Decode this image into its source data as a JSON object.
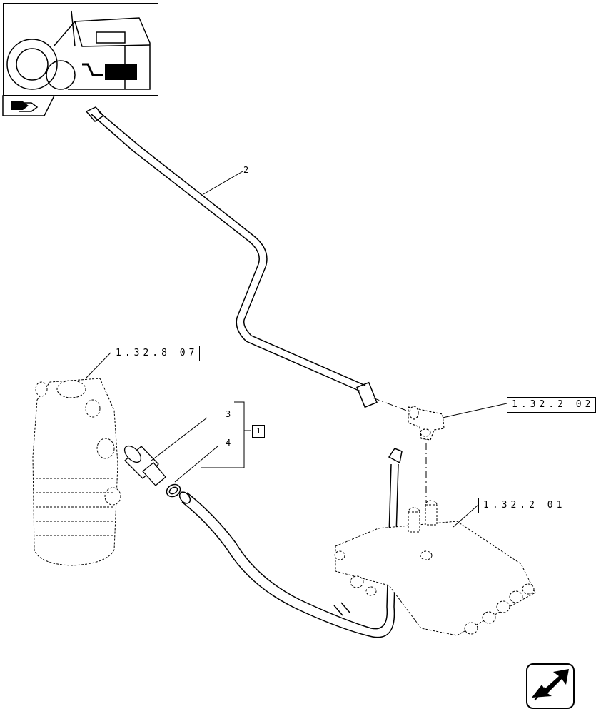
{
  "references": {
    "filter_ref": "1.32.8 07",
    "tee_ref": "1.32.2 02",
    "valve_ref": "1.32.2 01"
  },
  "callouts": {
    "pipe": "2",
    "adapter": "3",
    "clamp": "4",
    "group": "1"
  },
  "icons": {
    "thumbnail": "tractor-location-icon",
    "tab": "book-arrow-icon",
    "navigation": "next-page-arrow-icon"
  }
}
